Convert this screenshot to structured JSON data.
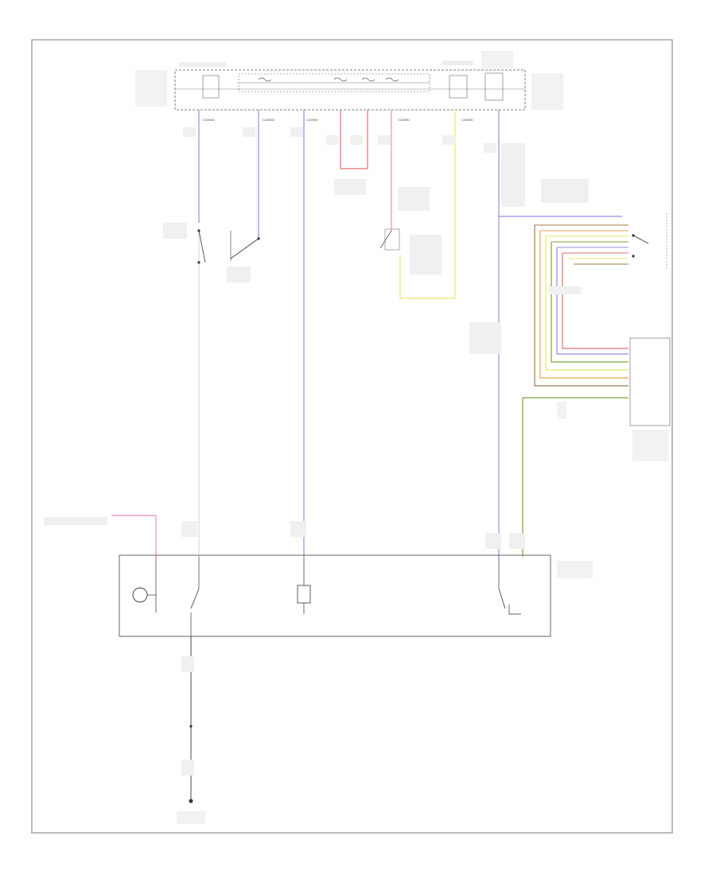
{
  "diagram": {
    "connector_labels": [
      "C2280D",
      "C2280D",
      "C2280D",
      "C2280D",
      "C2280D"
    ],
    "colors": {
      "violet": "#8f8fe6",
      "pink": "#e98bbf",
      "red": "#e07070",
      "yellow": "#e8e86a",
      "green": "#7aa63a",
      "brown": "#a0784a",
      "orange": "#e6a44a",
      "gray": "#cccccc",
      "black": "#333333"
    }
  }
}
